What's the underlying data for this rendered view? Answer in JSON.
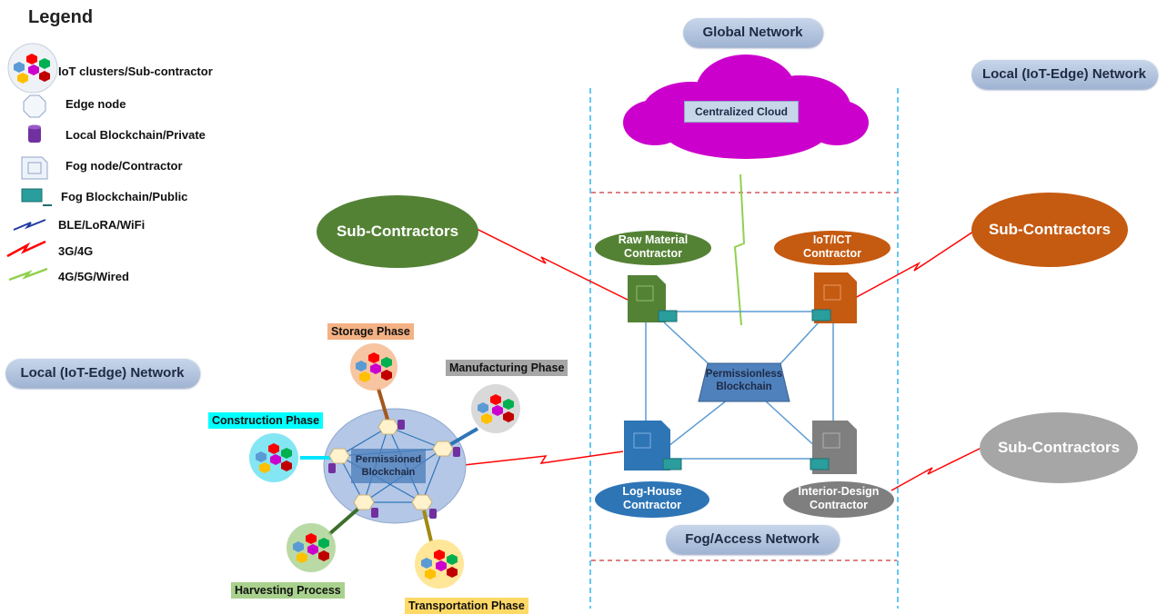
{
  "legend": {
    "title": "Legend",
    "items": [
      {
        "label": "IoT clusters/Sub-contractor",
        "icon": "iot-cluster-icon"
      },
      {
        "label": "Edge node",
        "icon": "edge-node-icon"
      },
      {
        "label": "Local Blockchain/Private",
        "icon": "local-blockchain-icon"
      },
      {
        "label": "Fog node/Contractor",
        "icon": "fog-node-icon"
      },
      {
        "label": "Fog Blockchain/Public",
        "icon": "fog-blockchain-icon"
      },
      {
        "label": "BLE/LoRA/WiFi",
        "icon": "ble-link-icon"
      },
      {
        "label": "3G/4G",
        "icon": "cellular-link-icon"
      },
      {
        "label": "4G/5G/Wired",
        "icon": "wired-link-icon"
      }
    ]
  },
  "networks": {
    "global": "Global Network",
    "local_right": "Local (IoT-Edge) Network",
    "local_left": "Local (IoT-Edge) Network",
    "fog": "Fog/Access Network"
  },
  "cloud": {
    "label": "Centralized Cloud"
  },
  "subcontractors": {
    "left": "Sub-Contractors",
    "right_top": "Sub-Contractors",
    "right_bottom": "Sub-Contractors"
  },
  "contractors": {
    "raw_material": [
      "Raw Material",
      "Contractor"
    ],
    "iot_ict": [
      "IoT/ICT",
      "Contractor"
    ],
    "log_house": [
      "Log-House",
      "Contractor"
    ],
    "interior_design": [
      "Interior-Design",
      "Contractor"
    ]
  },
  "permissionless": [
    "Permissionless",
    "Blockchain"
  ],
  "permissioned": [
    "Permissioned",
    "Blockchain"
  ],
  "phases": {
    "storage": "Storage Phase",
    "manufacturing": "Manufacturing Phase",
    "construction": "Construction Phase",
    "harvesting": "Harvesting Process",
    "transportation": "Transportation Phase"
  },
  "colors": {
    "green": "#548235",
    "orange": "#c55a11",
    "gray": "#7f7f7f",
    "blue": "#2e75b6",
    "cloud": "#cc00cc",
    "link_blue": "#5b9bd5",
    "cellular": "#ff0000",
    "wired": "#92d050"
  }
}
